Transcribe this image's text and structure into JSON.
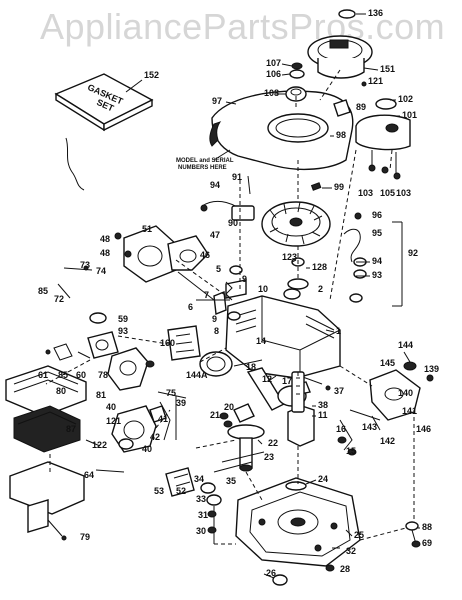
{
  "watermark": "AppliancePartsPros.com",
  "gasket_kit": {
    "line1": "GASKET",
    "line2": "SET"
  },
  "note": {
    "line1": "MODEL and SERIAL",
    "line2": "NUMBERS HERE"
  },
  "callouts": {
    "c1": "136",
    "c2": "107",
    "c3": "106",
    "c4": "108",
    "c5": "151",
    "c6": "121",
    "c7": "152",
    "c8": "97",
    "c9": "89",
    "c10": "102",
    "c11": "101",
    "c12": "98",
    "c13": "99",
    "c14": "103",
    "c15": "105",
    "c16": "103",
    "c17": "91",
    "c18": "94",
    "c19": "90",
    "c20": "96",
    "c21": "95",
    "c22": "92",
    "c23": "51",
    "c24": "47",
    "c25": "48",
    "c26": "46",
    "c27": "48",
    "c28": "74",
    "c29": "73",
    "c30": "72",
    "c31": "85",
    "c32": "5",
    "c33": "123",
    "c34": "128",
    "c35": "94",
    "c36": "93",
    "c37": "9",
    "c38": "6",
    "c39": "10",
    "c40": "2",
    "c41": "7",
    "c42": "9",
    "c43": "8",
    "c44": "59",
    "c45": "93",
    "c46": "160",
    "c47": "14",
    "c48": "1",
    "c49": "144",
    "c50": "61",
    "c51": "85",
    "c52": "60",
    "c53": "78",
    "c54": "18",
    "c55": "145",
    "c56": "139",
    "c57": "81",
    "c58": "144A",
    "c59": "12",
    "c60": "37",
    "c61": "40",
    "c62": "75",
    "c63": "80",
    "c64": "17",
    "c65": "87",
    "c66": "121",
    "c67": "41",
    "c68": "39",
    "c69": "21",
    "c70": "20",
    "c71": "38",
    "c72": "11",
    "c73": "140",
    "c74": "141",
    "c75": "143",
    "c76": "146",
    "c77": "142",
    "c78": "122",
    "c79": "42",
    "c80": "40",
    "c81": "16",
    "c82": "15",
    "c83": "22",
    "c84": "64",
    "c85": "53",
    "c86": "52",
    "c87": "34",
    "c88": "35",
    "c89": "33",
    "c90": "23",
    "c91": "24",
    "c92": "31",
    "c93": "30",
    "c94": "79",
    "c95": "25",
    "c96": "32",
    "c97": "26",
    "c98": "28",
    "c99": "88",
    "c100": "69"
  }
}
